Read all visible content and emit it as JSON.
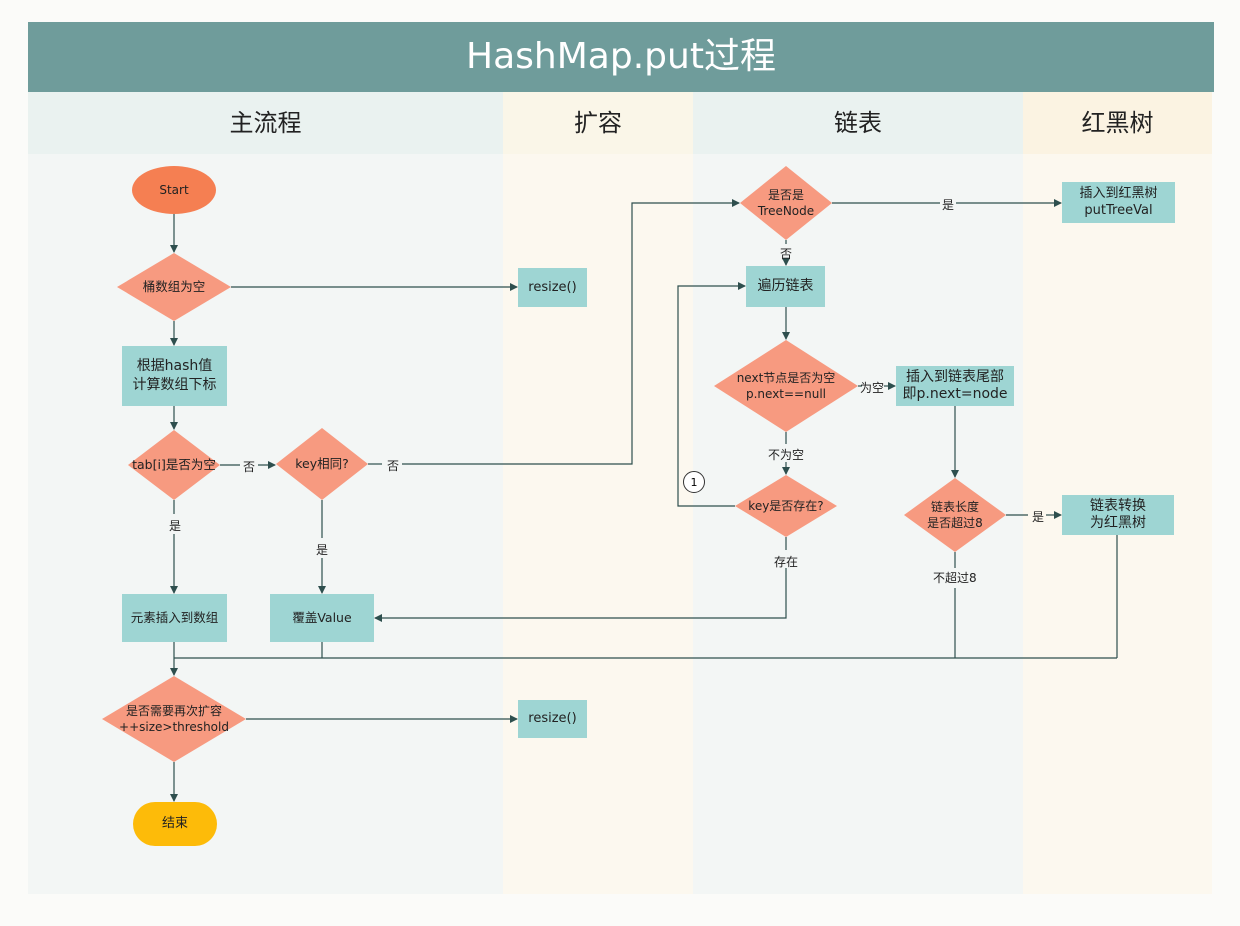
{
  "title": "HashMap.put过程",
  "lanes": {
    "main": "主流程",
    "resize": "扩容",
    "list": "链表",
    "tree": "红黑树"
  },
  "nodes": {
    "start": "Start",
    "bucket_empty": "桶数组为空",
    "resize_1": "resize()",
    "calc_index": "根据hash值\n计算数组下标",
    "tab_empty": "tab[i]是否为空",
    "key_same": "key相同?",
    "insert_array": "元素插入到数组",
    "override_value": "覆盖Value",
    "need_resize": "是否需要再次扩容\n++size>threshold",
    "resize_2": "resize()",
    "end": "结束",
    "is_treenode": "是否是\nTreeNode",
    "insert_tree": "插入到红黑树\nputTreeVal",
    "traverse_list": "遍历链表",
    "next_null": "next节点是否为空\np.next==null",
    "insert_tail": "插入到链表尾部\n即p.next=node",
    "key_exists": "key是否存在?",
    "list_length": "链表长度\n是否超过8",
    "to_tree": "链表转换\n为红黑树"
  },
  "edge_labels": {
    "tab_no": "否",
    "tab_yes": "是",
    "key_no": "否",
    "key_yes": "是",
    "tree_yes": "是",
    "tree_no": "否",
    "next_null_yes": "为空",
    "next_null_no": "不为空",
    "exists": "存在",
    "over8_yes": "是",
    "over8_no": "不超过8"
  },
  "loop_marker": "1",
  "colors": {
    "header": "#6f9c9b",
    "process": "#9ed5d3",
    "decision": "#f79a80",
    "start": "#f57f52",
    "end": "#fdbb09",
    "line": "#2e4f4e"
  }
}
